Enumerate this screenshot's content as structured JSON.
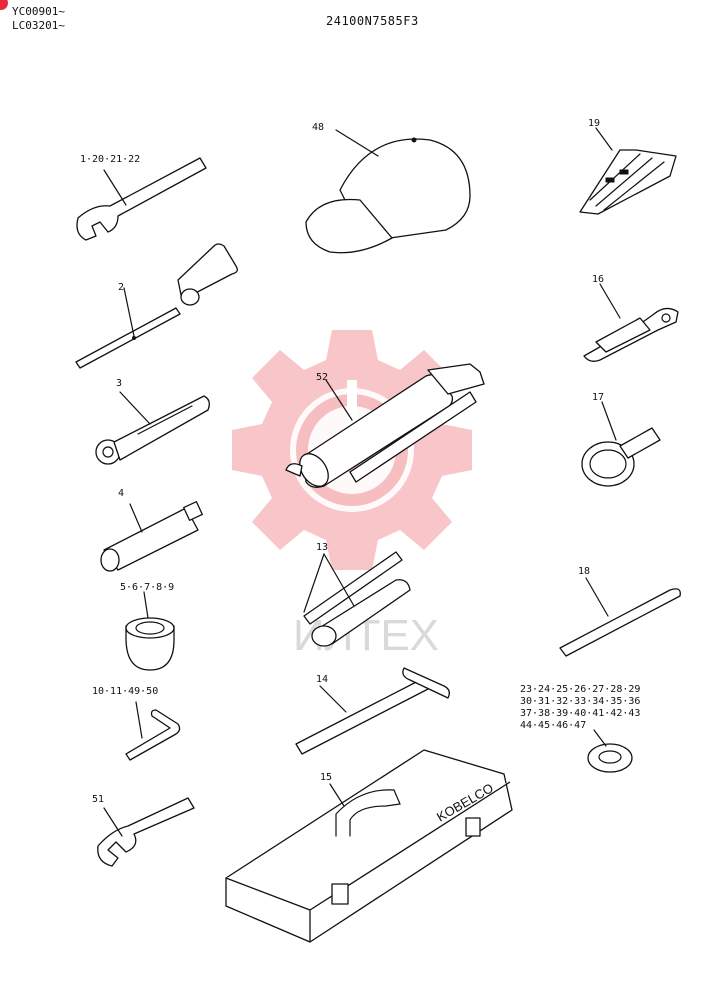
{
  "header": {
    "serial_line_1": "YC00901~",
    "serial_line_2": "LC03201~",
    "drawing_code": "24100N7585F3"
  },
  "callouts": {
    "wrench_spanner": "1·20·21·22",
    "screwdriver": "2",
    "ratchet_handle": "3",
    "socket_extension": "4",
    "sockets": "5·6·7·8·9",
    "hex_keys": "10·11·49·50",
    "adjustable_wrench": "51",
    "cap": "48",
    "grease_gun": "52",
    "bars": "13",
    "hammer": "14",
    "tool_box": "15",
    "wrench_set": "19",
    "pliers": "16",
    "filter_wrench": "17",
    "pry_bar": "18",
    "shims_line_1": "23·24·25·26·27·28·29",
    "shims_line_2": "30·31·32·33·34·35·36",
    "shims_line_3": "37·38·39·40·41·42·43",
    "shims_line_4": "44·45·46·47"
  },
  "toolbox_lettering": "KOBELCO",
  "watermark": {
    "text": "ИЛТЕХ",
    "color": "#f4a4a8"
  },
  "colors": {
    "line": "#111111",
    "watermark": "#f6b3b6",
    "badge": "#e8293a"
  }
}
